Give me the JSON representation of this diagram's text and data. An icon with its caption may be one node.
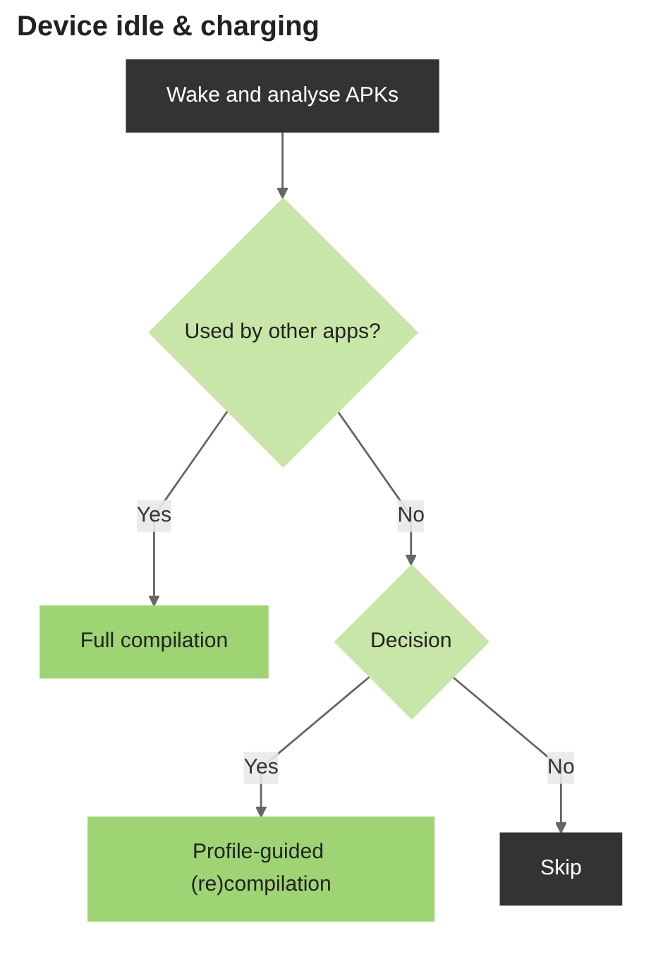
{
  "diagram": {
    "title": "Device idle & charging",
    "nodes": [
      {
        "text": [
          "Wake and analyse APKs"
        ]
      },
      {
        "text": [
          "Used by other apps?"
        ]
      },
      {
        "text": [
          "Full compilation"
        ]
      },
      {
        "text": [
          "Decision"
        ]
      },
      {
        "text": [
          "Profile-guided (re)compilation"
        ]
      },
      {
        "text": [
          "Skip"
        ]
      }
    ],
    "edges": [
      {
        "from": 0,
        "to": 1,
        "arrow": "to"
      },
      {
        "from": 1,
        "to": 2,
        "label": "Yes",
        "arrow": "to"
      },
      {
        "from": 1,
        "to": 3,
        "label": "No",
        "arrow": "to"
      },
      {
        "from": 3,
        "to": 4,
        "label": "Yes",
        "arrow": "to"
      },
      {
        "from": 3,
        "to": 5,
        "label": "No",
        "arrow": "to"
      }
    ]
  }
}
